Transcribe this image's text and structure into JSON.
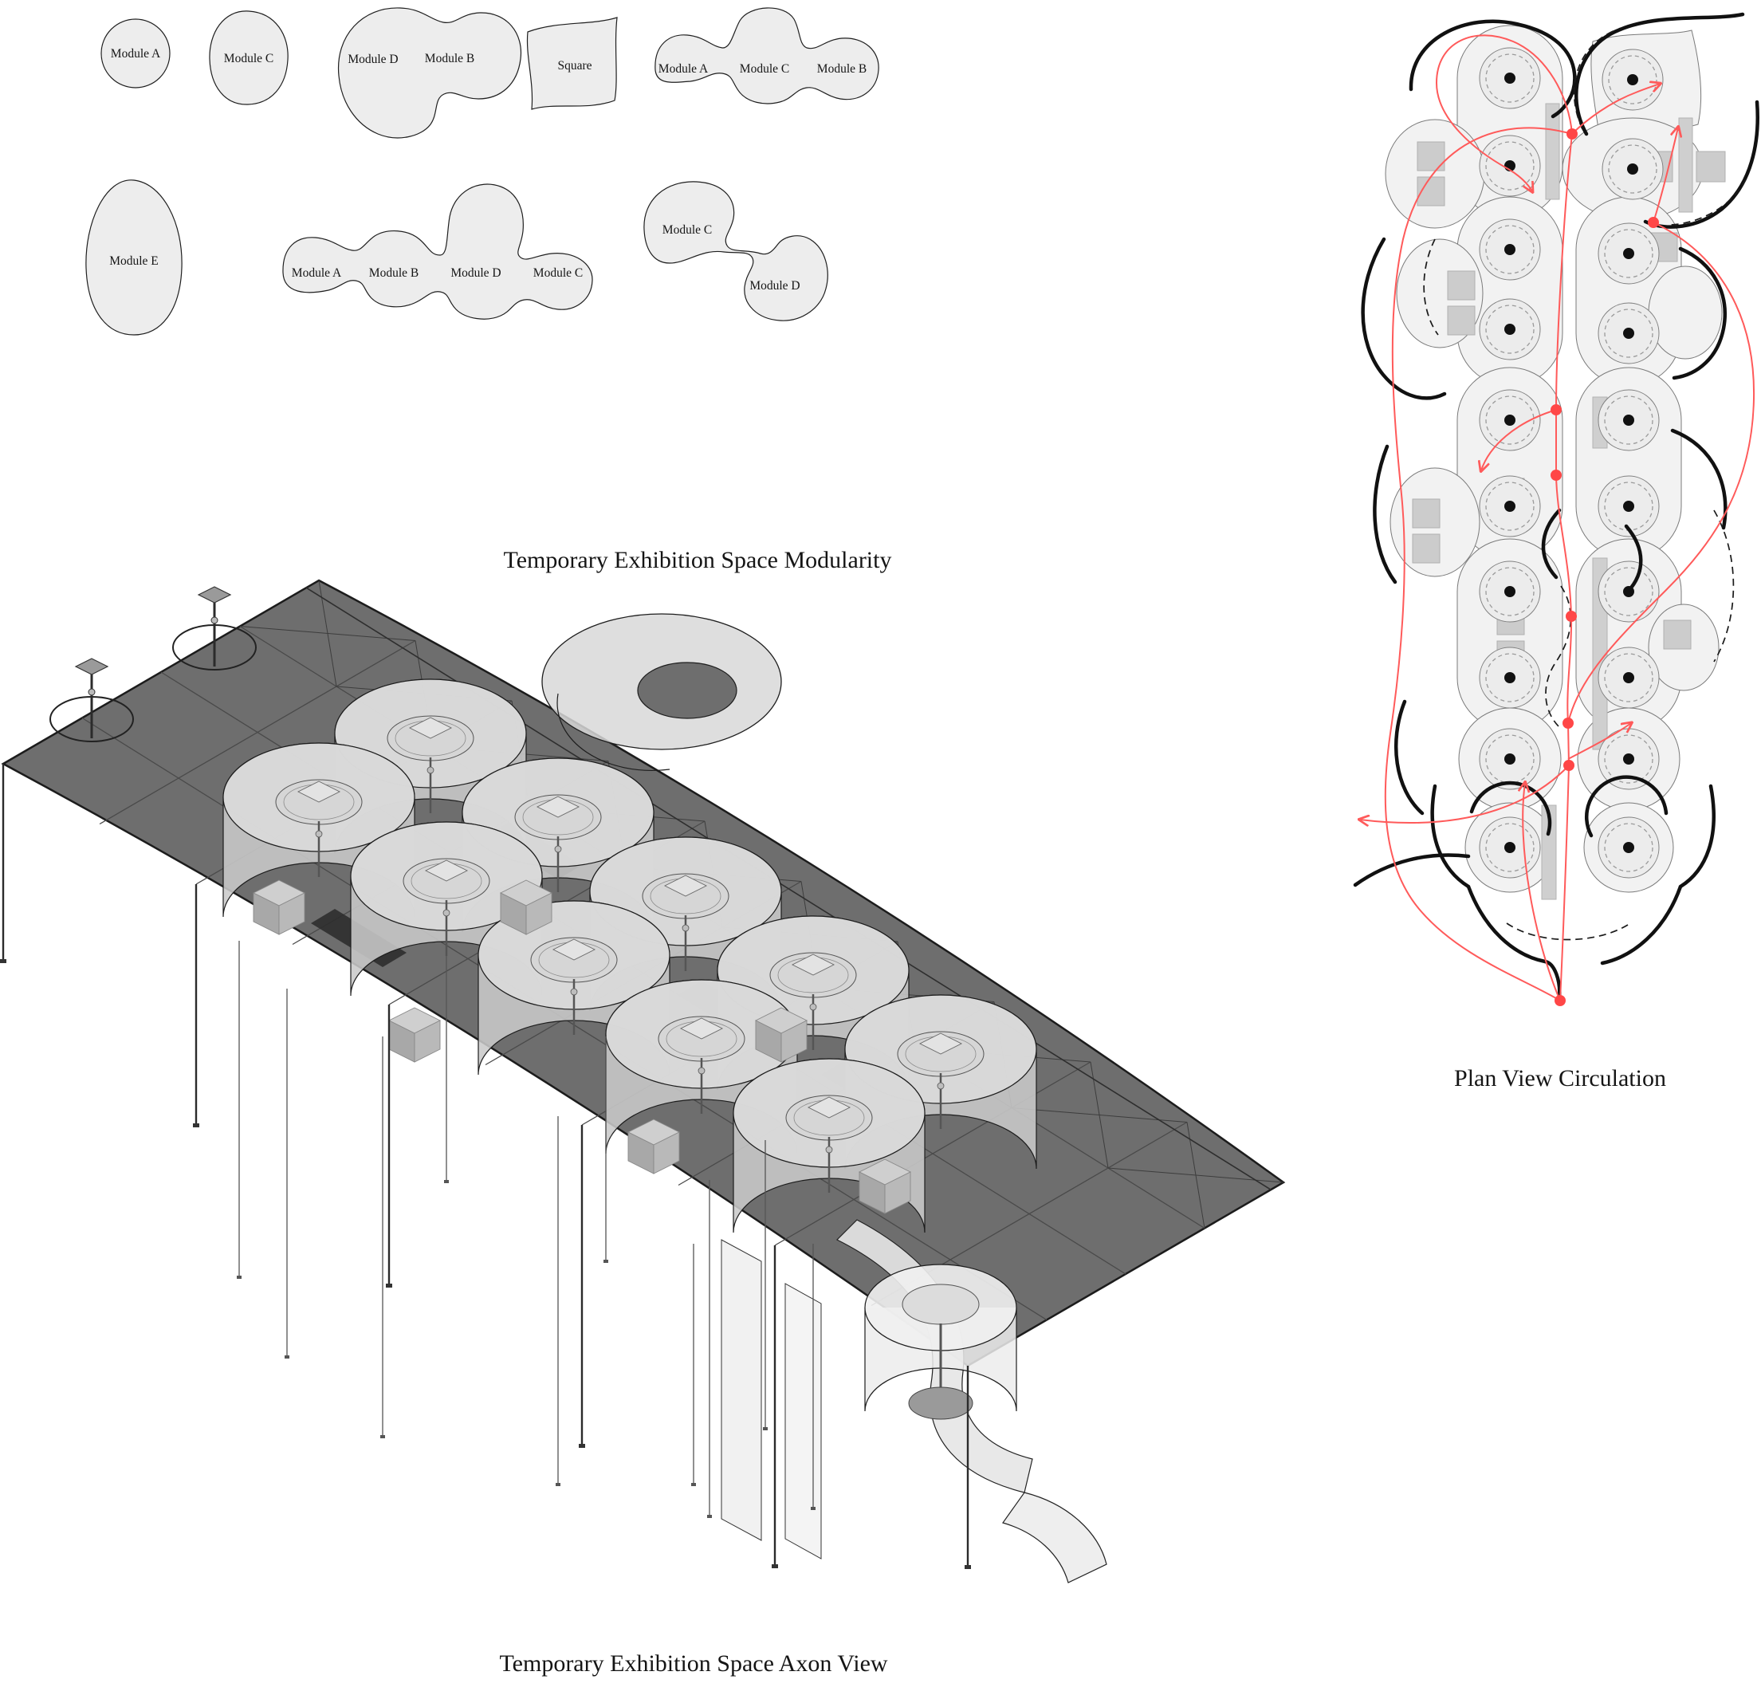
{
  "captions": {
    "modularity": "Temporary Exhibition Space Modularity",
    "plan": "Plan View Circulation",
    "axon": "Temporary Exhibition Space Axon View"
  },
  "modularity": {
    "groups": [
      {
        "labels": [
          "Module A"
        ]
      },
      {
        "labels": [
          "Module C"
        ]
      },
      {
        "labels": [
          "Module D",
          "Module B"
        ]
      },
      {
        "labels": [
          "Square"
        ]
      },
      {
        "labels": [
          "Module A",
          "Module C",
          "Module B"
        ]
      },
      {
        "labels": [
          "Module E"
        ]
      },
      {
        "labels": [
          "Module A",
          "Module B",
          "Module D",
          "Module C"
        ]
      },
      {
        "labels": [
          "Module C",
          "Module D"
        ]
      }
    ]
  },
  "colors": {
    "circulation_red": "#ff5a5a",
    "module_fill": "#ededed",
    "room_fill": "#f2f2f2",
    "roof_gray": "#6e6e6e",
    "wall_black": "#111111",
    "pod_wall_gray": "#c9c9c9"
  }
}
